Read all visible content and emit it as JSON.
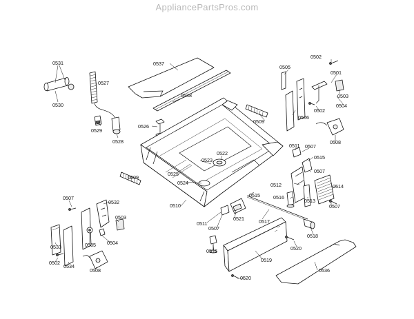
{
  "watermark": "AppliancePartsPros.com",
  "labels": {
    "l0531": "0531",
    "l0530": "0530",
    "l0537": "0537",
    "l0527": "0527",
    "l0538": "0538",
    "l0529": "0529",
    "l0528": "0528",
    "l0526": "0526",
    "l0525": "0525",
    "l0524": "0524",
    "l0523": "0523",
    "l0522": "0522",
    "l0509a": "0509",
    "l0509b": "0509",
    "l0510": "0510",
    "l0505": "0505",
    "l0502a": "0502",
    "l0501": "0501",
    "l0503a": "0503",
    "l0504a": "0504",
    "l0502b": "0502",
    "l0506": "0506",
    "l0508a": "0508",
    "l0511a": "0511",
    "l0507a": "0507",
    "l0515a": "0515",
    "l0507b": "0507",
    "l0512": "0512",
    "l0514": "0514",
    "l0516a": "0516",
    "l0513": "0513",
    "l0507c": "0507",
    "l0515b": "0515",
    "l0511b": "0511",
    "l0521": "0521",
    "l0507d": "0507",
    "l0517": "0517",
    "l0518": "0518",
    "l0516b": "0516",
    "l0520a": "0520",
    "l0519": "0519",
    "l0520b": "0520",
    "l0536": "0536",
    "l0507e": "0507",
    "l0532": "0532",
    "l0503b": "0503",
    "l0533": "0533",
    "l0535": "0535",
    "l0504b": "0504",
    "l0502c": "0502",
    "l0534": "0534",
    "l0508b": "0508"
  }
}
